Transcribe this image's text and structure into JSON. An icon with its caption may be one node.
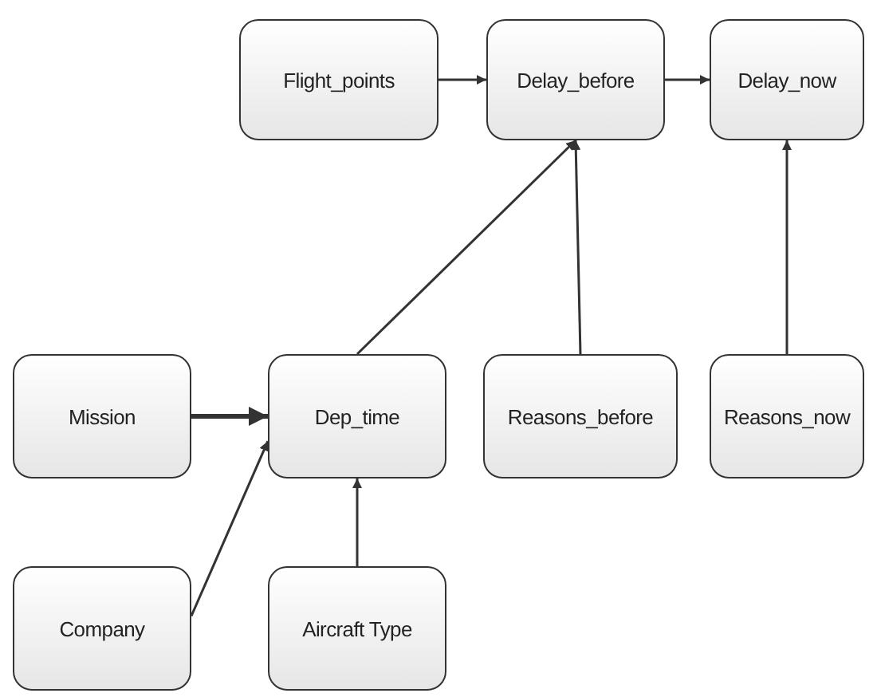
{
  "diagram": {
    "nodes": [
      {
        "text": [
          "Flight_points"
        ]
      },
      {
        "text": [
          "Delay_before"
        ]
      },
      {
        "text": [
          "Delay_now"
        ]
      },
      {
        "text": [
          "Mission"
        ]
      },
      {
        "text": [
          "Dep_time"
        ]
      },
      {
        "text": [
          "Reasons_before"
        ]
      },
      {
        "text": [
          "Reasons_now"
        ]
      },
      {
        "text": [
          "Company"
        ]
      },
      {
        "text": [
          "Aircraft Type"
        ]
      }
    ],
    "edges": [
      {
        "from": 0,
        "to": 1,
        "arrow": "to"
      },
      {
        "from": 1,
        "to": 2,
        "arrow": "to"
      },
      {
        "from": 3,
        "to": 4,
        "arrow": "to",
        "style": "thick"
      },
      {
        "from": 7,
        "to": 4,
        "arrow": "to"
      },
      {
        "from": 8,
        "to": 4,
        "arrow": "to"
      },
      {
        "from": 4,
        "to": 1,
        "arrow": "to"
      },
      {
        "from": 5,
        "to": 1,
        "arrow": "to"
      },
      {
        "from": 6,
        "to": 2,
        "arrow": "to"
      }
    ]
  }
}
